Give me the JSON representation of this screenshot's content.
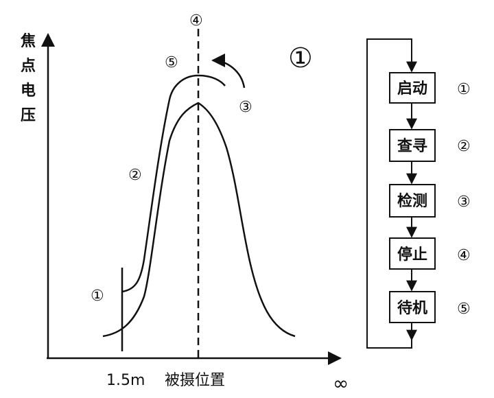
{
  "graph": {
    "y_axis_label": [
      "焦",
      "点",
      "电",
      "压"
    ],
    "x_axis_labels": {
      "left": "1.5m",
      "center": "被摄位置",
      "right": "∞"
    },
    "markers": {
      "m1": "①",
      "m2": "②",
      "m3": "③",
      "m4": "④",
      "m5": "⑤"
    },
    "big_marker": "①"
  },
  "flowchart": {
    "steps": [
      {
        "label": "启动",
        "num": "①"
      },
      {
        "label": "查寻",
        "num": "②"
      },
      {
        "label": "检测",
        "num": "③"
      },
      {
        "label": "停止",
        "num": "④"
      },
      {
        "label": "待机",
        "num": "⑤"
      }
    ]
  }
}
